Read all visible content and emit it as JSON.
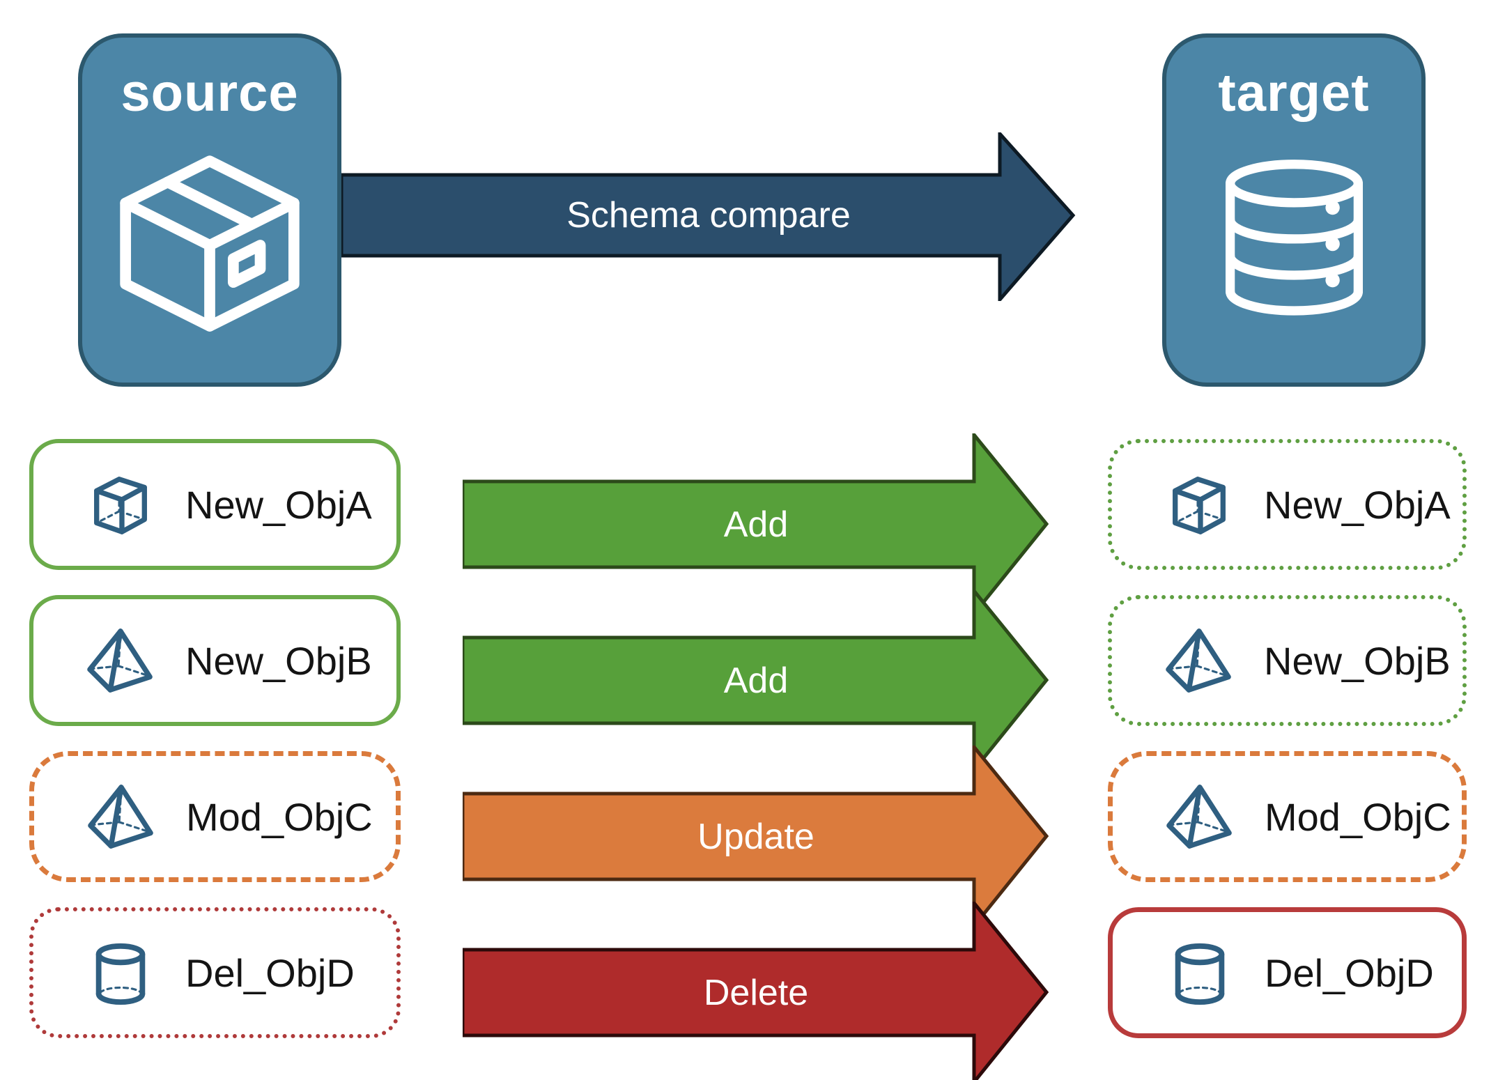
{
  "nodes": {
    "source": {
      "label": "source",
      "icon": "package-icon"
    },
    "target": {
      "label": "target",
      "icon": "database-icon"
    }
  },
  "compare_arrow": {
    "label": "Schema compare"
  },
  "rows": [
    {
      "source_object": {
        "label": "New_ObjA",
        "icon": "cube-icon",
        "border_style": "solid-green"
      },
      "action": {
        "label": "Add",
        "color": "green"
      },
      "target_object": {
        "label": "New_ObjA",
        "icon": "cube-icon",
        "border_style": "dotted-green"
      }
    },
    {
      "source_object": {
        "label": "New_ObjB",
        "icon": "pyramid-icon",
        "border_style": "solid-green"
      },
      "action": {
        "label": "Add",
        "color": "green"
      },
      "target_object": {
        "label": "New_ObjB",
        "icon": "pyramid-icon",
        "border_style": "dotted-green"
      }
    },
    {
      "source_object": {
        "label": "Mod_ObjC",
        "icon": "pyramid-icon",
        "border_style": "dashed-orange"
      },
      "action": {
        "label": "Update",
        "color": "orange"
      },
      "target_object": {
        "label": "Mod_ObjC",
        "icon": "pyramid-icon",
        "border_style": "dashed-orange"
      }
    },
    {
      "source_object": {
        "label": "Del_ObjD",
        "icon": "cylinder-icon",
        "border_style": "dotted-red"
      },
      "action": {
        "label": "Delete",
        "color": "red"
      },
      "target_object": {
        "label": "Del_ObjD",
        "icon": "cylinder-icon",
        "border_style": "solid-red"
      }
    }
  ],
  "colors": {
    "background": "#ffffff",
    "node_fill": "#4C86A7",
    "node_border": "#2C586D",
    "node_text": "#ffffff",
    "compare_arrow_fill": "#2B4E6C",
    "compare_arrow_border": "#0D1A24",
    "green_fill": "#57A03A",
    "green_border_dark": "#2C4A1A",
    "green_box_border": "#6BAB4A",
    "green_dot_border": "#5F9F42",
    "orange_fill": "#DB7B3D",
    "orange_border_dark": "#4C2A12",
    "orange_box_border": "#DA7A3C",
    "red_fill": "#AF2B2B",
    "red_border_dark": "#2C0A0A",
    "red_dot_border": "#AF3A3A",
    "red_box_border": "#B83B3B",
    "object_icon": "#2F5F81",
    "label_text": "#141414"
  }
}
